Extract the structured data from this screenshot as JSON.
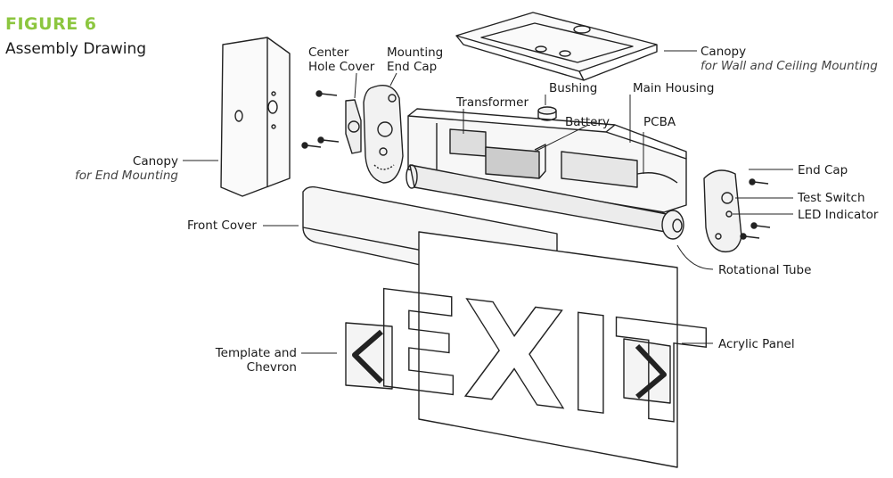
{
  "figure": {
    "number": "FIGURE 6",
    "title": "Assembly Drawing",
    "accent_color": "#8cc63f"
  },
  "labels": {
    "canopy_wall": "Canopy",
    "canopy_wall_sub": "for Wall and Ceiling Mounting",
    "center_hole_cover_1": "Center",
    "center_hole_cover_2": "Hole Cover",
    "mounting_end_cap_1": "Mounting",
    "mounting_end_cap_2": "End Cap",
    "bushing": "Bushing",
    "main_housing": "Main Housing",
    "transformer": "Transformer",
    "battery": "Battery",
    "pcba": "PCBA",
    "canopy_end": "Canopy",
    "canopy_end_sub": "for End Mounting",
    "end_cap": "End Cap",
    "test_switch": "Test Switch",
    "led_indicator": "LED Indicator",
    "front_cover": "Front Cover",
    "rotational_tube": "Rotational Tube",
    "acrylic_panel": "Acrylic Panel",
    "template_chevron_1": "Template and",
    "template_chevron_2": "Chevron",
    "exit_text": "EXIT"
  }
}
